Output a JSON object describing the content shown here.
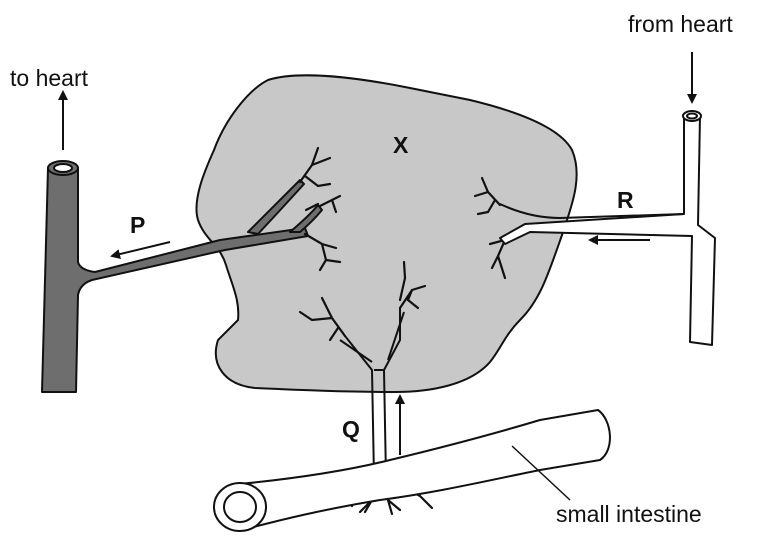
{
  "labels": {
    "to_heart": "to heart",
    "from_heart": "from heart",
    "X": "X",
    "P": "P",
    "Q": "Q",
    "R": "R",
    "small_intestine": "small intestine"
  },
  "colors": {
    "organ_fill": "#c8c8c8",
    "vein_fill": "#6e6e6e",
    "vessel_outline": "#111111",
    "background": "#ffffff"
  }
}
